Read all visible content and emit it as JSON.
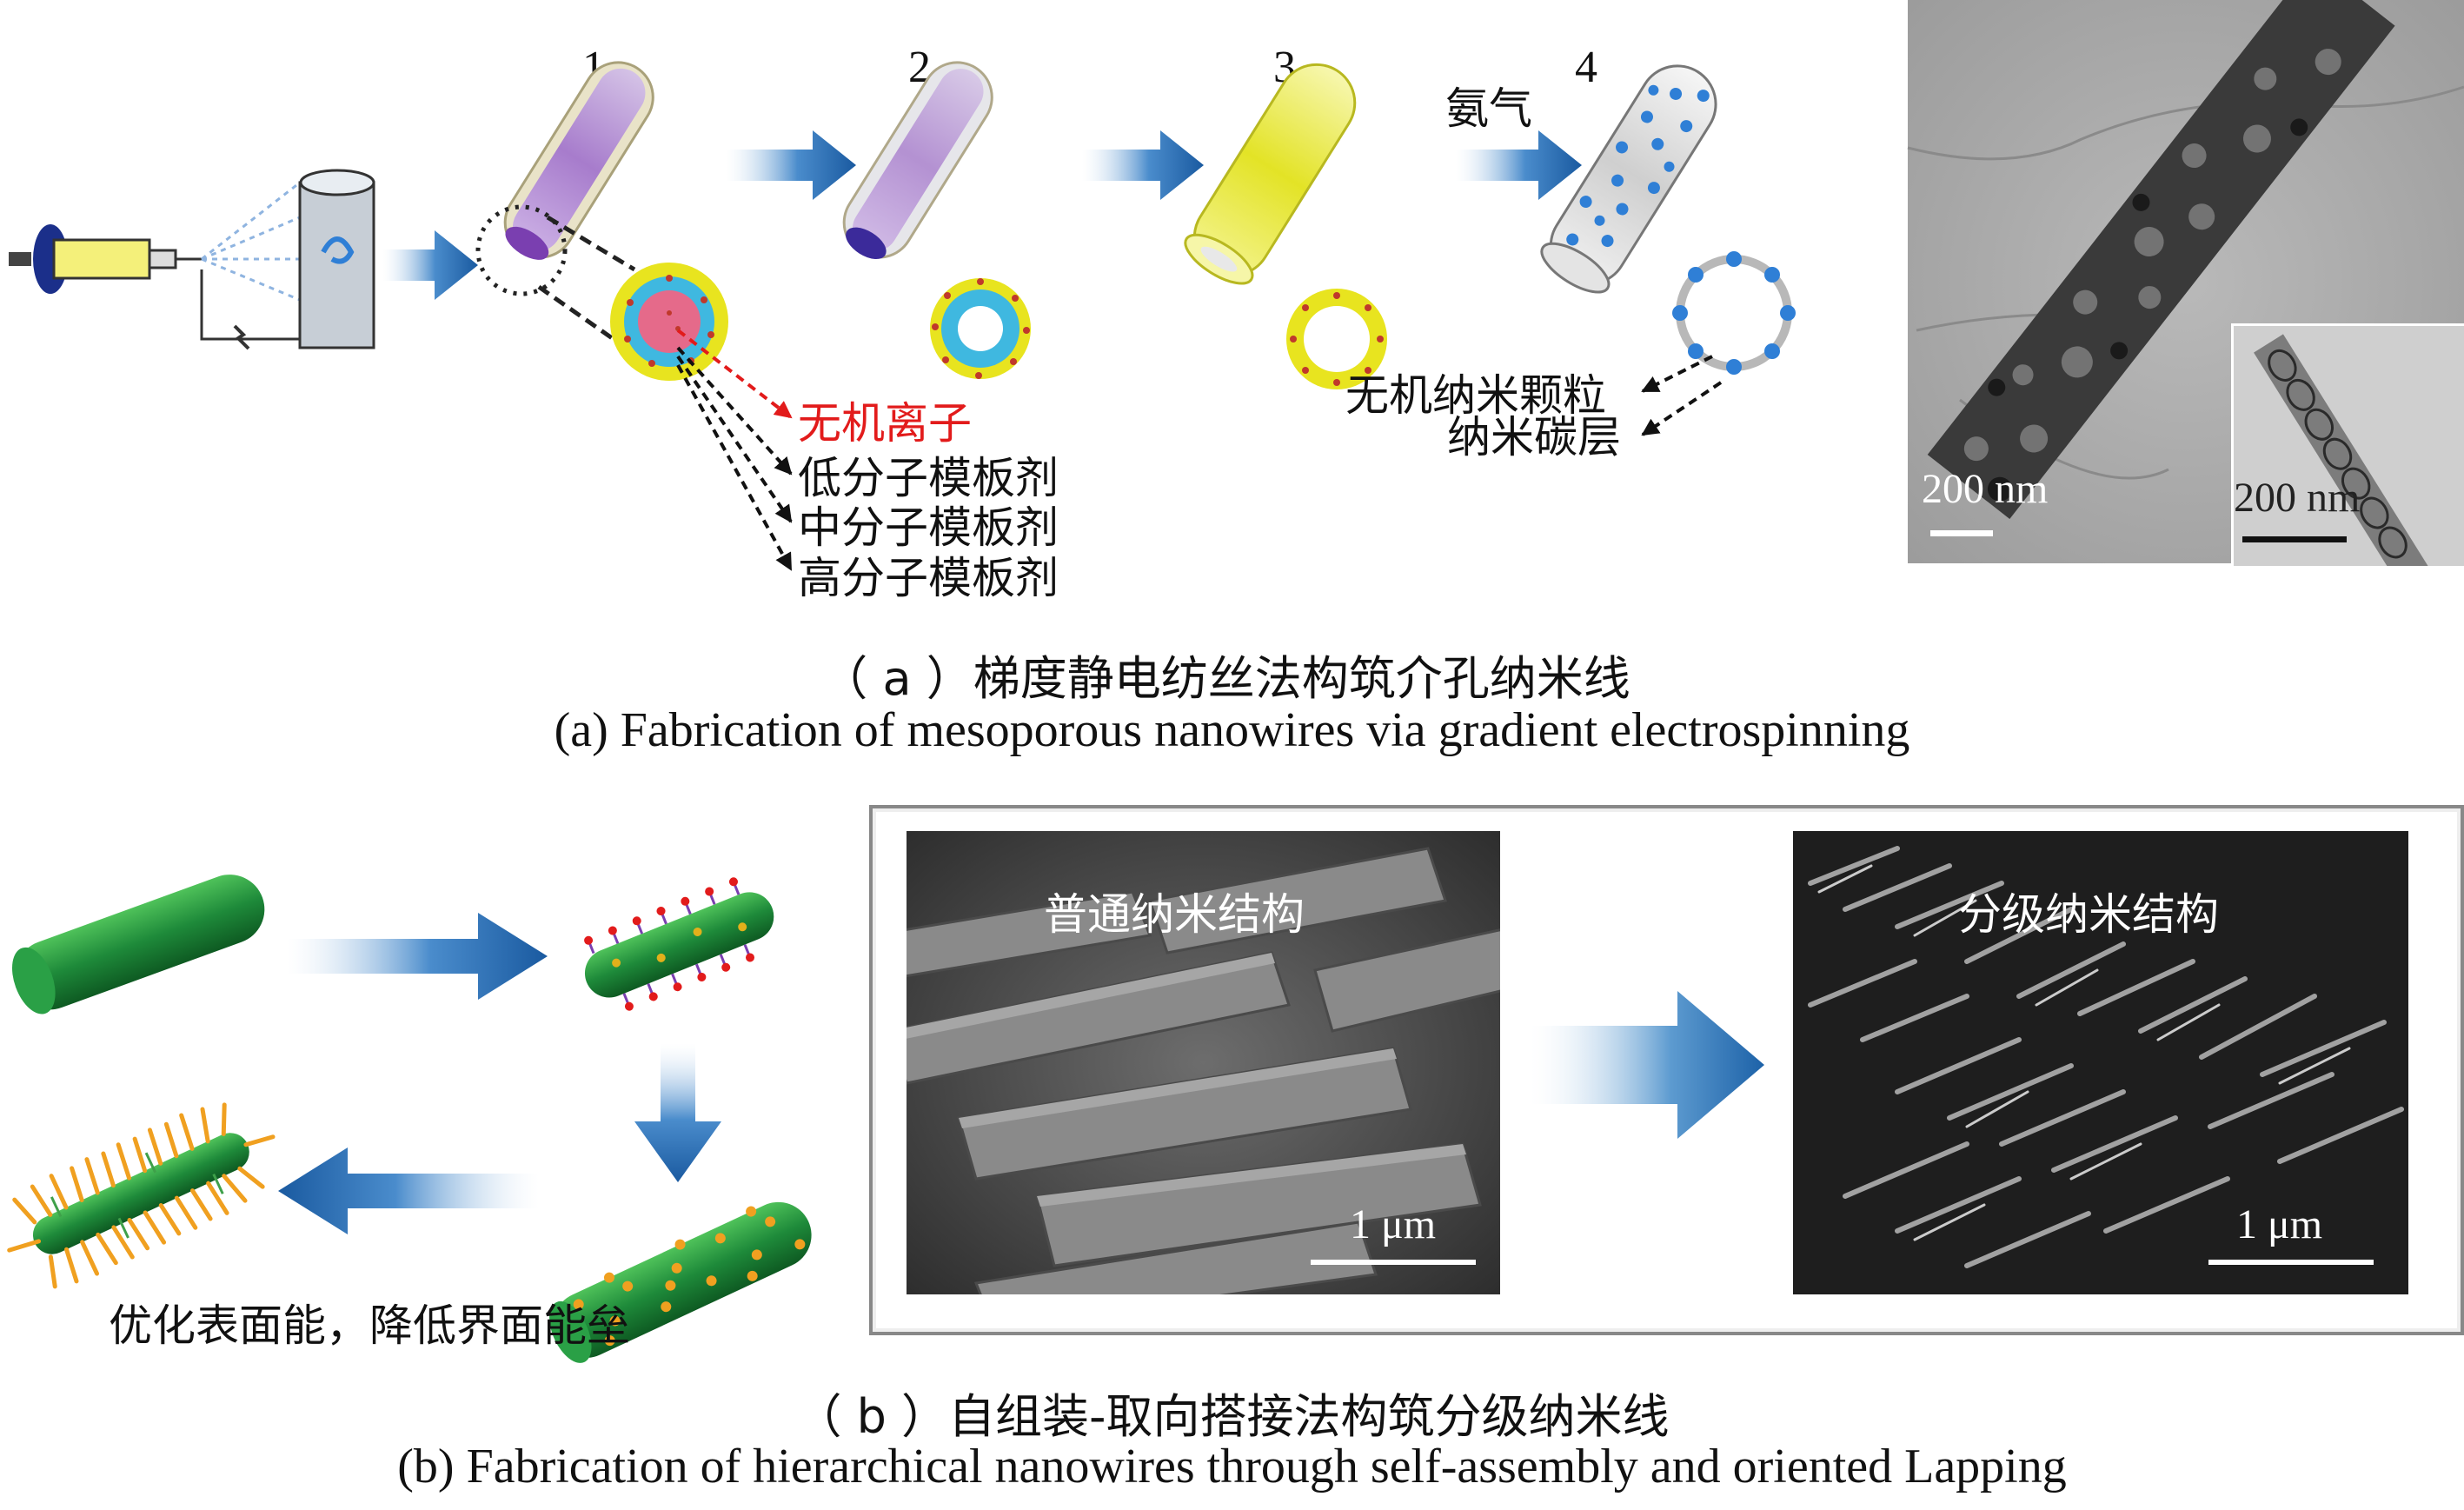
{
  "panel_a": {
    "steps": [
      "1",
      "2",
      "3",
      "4"
    ],
    "ammonia_label": "氨气",
    "core_labels": {
      "inorganic_ions": "无机离子",
      "low_mw_template": "低分子模板剂",
      "mid_mw_template": "中分子模板剂",
      "high_mw_template": "高分子模板剂"
    },
    "shell_labels": {
      "inorganic_nanoparticles": "无机纳米颗粒",
      "nano_carbon_layer": "纳米碳层"
    },
    "tem_scale_main": "200 nm",
    "tem_scale_inset": "200 nm",
    "caption_cn": "（ a ）梯度静电纺丝法构筑介孔纳米线",
    "caption_en": "(a) Fabrication of mesoporous nanowires via gradient electrospinning"
  },
  "panel_b": {
    "process_label": "优化表面能，降低界面能垒",
    "sem_left_title": "普通纳米结构",
    "sem_right_title": "分级纳米结构",
    "sem_left_scale": "1 μm",
    "sem_right_scale": "1 μm",
    "caption_cn": "（ b ）自组装-取向搭接法构筑分级纳米线",
    "caption_en": "(b) Fabrication of hierarchical nanowires through self-assembly and oriented Lapping"
  },
  "colors": {
    "arrow_blue": "#1f5fa8",
    "red_label": "#e21b1b",
    "tube_purple": "#b58ad6",
    "tube_yellow": "#e6e63a",
    "ring_cyan": "#3fb8e0",
    "green_rod": "#1e8a3a",
    "nanoparticle_blue": "#2f7fd6",
    "orange_spikes": "#f0a020"
  }
}
